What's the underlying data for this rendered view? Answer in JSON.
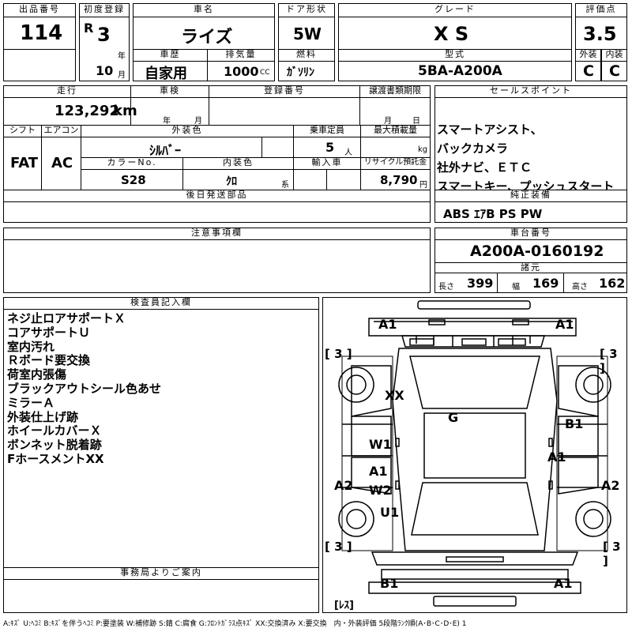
{
  "header": {
    "lot_no_label": "出品番号",
    "lot_no": "114",
    "first_reg_label": "初度登録",
    "era": "R",
    "year": "3",
    "year_unit": "年",
    "month": "10",
    "month_unit": "月",
    "car_name_label": "車名",
    "car_name": "ライズ",
    "door_label": "ドア形状",
    "door": "5W",
    "grade_label": "グレード",
    "grade": "X S",
    "score_label": "評価点",
    "score": "3.5",
    "history_label": "車歴",
    "history": "自家用",
    "displacement_label": "排気量",
    "displacement": "1000",
    "displacement_unit": "CC",
    "fuel_label": "燃料",
    "fuel": "ｶﾞｿﾘﾝ",
    "model_label": "型式",
    "model": "5BA-A200A",
    "exterior_label": "外装",
    "exterior": "C",
    "interior_label": "内装",
    "interior": "C"
  },
  "details": {
    "mileage_label": "走行",
    "mileage": "123,292",
    "mileage_unit": "km",
    "inspection_label": "車検",
    "insp_year_unit": "年",
    "insp_month_unit": "月",
    "reg_no_label": "登録番号",
    "transfer_label": "譲渡書類期限",
    "transfer_month_unit": "月",
    "transfer_day_unit": "日",
    "shift_label": "シフト",
    "shift": "FAT",
    "ac_label": "エアコン",
    "ac": "AC",
    "ext_color_label": "外装色",
    "ext_color": "ｼﾙﾊﾞｰ",
    "capacity_label": "乗車定員",
    "capacity": "5",
    "capacity_unit": "人",
    "load_label": "最大積載量",
    "load_unit": "kg",
    "color_no_label": "カラーNo.",
    "color_no": "S28",
    "int_color_label": "内装色",
    "int_color": "ｸﾛ",
    "int_color_unit": "系",
    "import_label": "輸入車",
    "recycle_label": "リサイクル預託金",
    "recycle": "8,790",
    "recycle_unit": "円",
    "later_parts_label": "後日発送部品"
  },
  "sales": {
    "label": "セールスポイント",
    "lines": [
      "スマートアシスト、",
      "バックカメラ",
      "社外ナビ、ＥＴＣ",
      "スマートキー、プッシュスタート"
    ]
  },
  "equipment": {
    "label": "純正装備",
    "value": "ABS ｴｱB PS PW"
  },
  "notes_title": "注意事項欄",
  "chassis": {
    "label": "車台番号",
    "value": "A200A-0160192"
  },
  "specs": {
    "label": "諸元",
    "length_label": "長さ",
    "length": "399",
    "width_label": "幅",
    "width": "169",
    "height_label": "高さ",
    "height": "162"
  },
  "inspector": {
    "label": "検査員記入欄",
    "lines": [
      "ネジ止ロアサポートＸ",
      "コアサポートＵ",
      "室内汚れ",
      "Ｒボード要交換",
      "荷室内張傷",
      "ブラックアウトシール色あせ",
      "ミラーＡ",
      "外装仕上げ跡",
      "ホイールカバーＸ",
      "ボンネット脱着跡",
      "FホースメントXX"
    ]
  },
  "office": {
    "label": "事務局よりご案内"
  },
  "diagram": {
    "marks": {
      "a1_fl": "A1",
      "a1_fr": "A1",
      "xx": "XX",
      "g": "G",
      "b1": "B1",
      "w1": "W1",
      "a1_r": "A1",
      "a1_l": "A1",
      "a2_l": "A2",
      "w2": "W2",
      "a2_r": "A2",
      "u1": "U1",
      "b1_rear": "B1",
      "a1_rear": "A1"
    },
    "brackets": {
      "tl": "[ 3 ]",
      "tr": "[ 3 ]",
      "bl": "[ 3 ]",
      "br": "[ 3 ]",
      "res": "[ﾚｽ]"
    }
  },
  "legend": "A:ｷｽﾞ U:ﾍｺﾐ B:ｷｽﾞを伴うﾍｺﾐ P:要塗装 W:補修跡 S:錆 C:腐食 G:ﾌﾛﾝﾄｶﾞﾗｽ点ｷｽﾞ XX:交換済み X:要交換　内・外装評価 5段階ﾗﾝｸ順(A･B･C･D･E) 1"
}
